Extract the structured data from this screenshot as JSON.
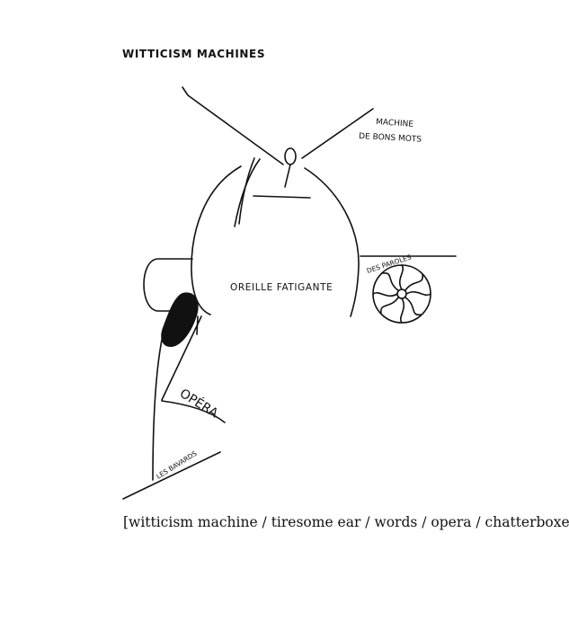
{
  "heading": "WITTICISM MACHINES",
  "drawing": {
    "labels": {
      "machine_line1": "MACHINE",
      "machine_line2": "DE BONS MOTS",
      "ear": "OREILLE FATIGANTE",
      "words": "DES PAROLES",
      "opera": "OPÉRA",
      "chatterboxes": "LES BAVARDS"
    }
  },
  "caption": "[witticism machine / tiresome ear / words / opera / chatterboxes]",
  "colors": {
    "ink": "#111111",
    "background": "#ffffff"
  }
}
